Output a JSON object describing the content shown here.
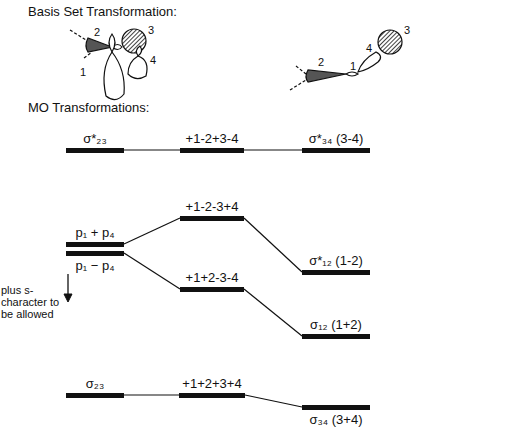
{
  "diagram": {
    "nodes": [
      {
        "text": [
          "σ*₂₃"
        ]
      },
      {
        "text": [
          "+1-2+3-4"
        ]
      },
      {
        "text": [
          "σ*₃₄ (3-4)"
        ]
      },
      {
        "text": [
          "+1-2-3+4"
        ]
      },
      {
        "text": [
          "p₁ + p₄"
        ]
      },
      {
        "text": [
          "p₁ − p₄"
        ]
      },
      {
        "text": [
          "σ*₁₂ (1-2)"
        ]
      },
      {
        "text": [
          "+1+2-3-4"
        ]
      },
      {
        "text": [
          "σ₁₂ (1+2)"
        ]
      },
      {
        "text": [
          "σ₂₃"
        ]
      },
      {
        "text": [
          "+1+2+3+4"
        ]
      },
      {
        "text": [
          "σ₃₄ (3+4)"
        ]
      }
    ],
    "edges": [
      {
        "from": 0,
        "to": 1,
        "arrow": "none"
      },
      {
        "from": 1,
        "to": 2,
        "arrow": "none"
      },
      {
        "from": 4,
        "to": 3,
        "arrow": "none"
      },
      {
        "from": 5,
        "to": 7,
        "arrow": "none"
      },
      {
        "from": 3,
        "to": 6,
        "arrow": "none"
      },
      {
        "from": 7,
        "to": 8,
        "arrow": "none"
      },
      {
        "from": 9,
        "to": 10,
        "arrow": "none"
      },
      {
        "from": 10,
        "to": 11,
        "arrow": "none"
      }
    ],
    "labels": [
      "Basis Set Transformation:",
      "MO Transformations:",
      "plus s- character to be allowed",
      "1",
      "2",
      "3",
      "4",
      "3",
      "4",
      "2",
      "1"
    ]
  }
}
